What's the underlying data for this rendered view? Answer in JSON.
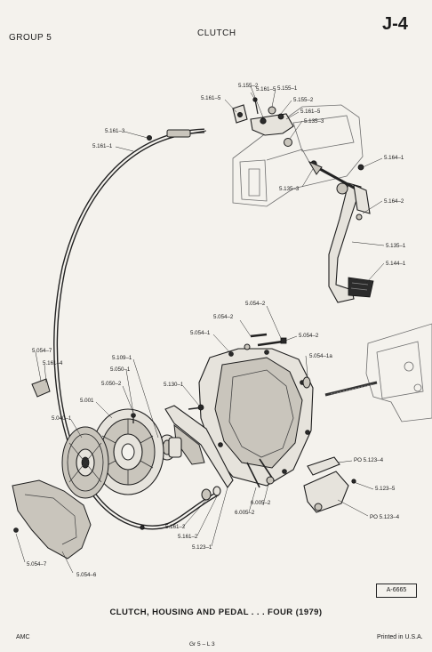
{
  "header": {
    "group": "GROUP 5",
    "section": "CLUTCH",
    "page": "J-4"
  },
  "labels": {
    "l_5161_5a": "5.161–5",
    "l_5155_1": "5.155–1",
    "l_5155_2a": "5.155–2",
    "l_5161_5b": "5.161–5",
    "l_5155_2b": "5.155–2",
    "l_5161_5c": "5.161–5",
    "l_5135_3a": "5.135–3",
    "l_5161_3": "5.161–3",
    "l_5161_1": "5.161–1",
    "l_5164_1": "5.164–1",
    "l_5135_3b": "5.135–3",
    "l_5164_2": "5.164–2",
    "l_5135_1": "5.135–1",
    "l_5144_1": "5.144–1",
    "l_5054_2a": "5.054–2",
    "l_5054_2b": "5.054–2",
    "l_5054_1": "5.054–1",
    "l_5054_2c": "5.054–2",
    "l_5054_1a": "5.054–1a",
    "l_5054_7a": "5.054–7",
    "l_5161_4": "5.161–4",
    "l_5109_1": "5.109–1",
    "l_5050_1": "5.050–1",
    "l_5130_1": "5.130–1",
    "l_5050_2": "5.050–2",
    "l_5001": "5.001",
    "l_5040_1": "5.040–1",
    "l_po5123_4a": "PO 5.123–4",
    "l_5123_5": "5.123–5",
    "l_po5123_4b": "PO 5.123–4",
    "l_6005_2a": "6.005–2",
    "l_6005_2b": "6.005–2",
    "l_5161_2a": "5.161–2",
    "l_5161_2b": "5.161–2",
    "l_5123_1": "5.123–1",
    "l_5054_7b": "5.054–7",
    "l_5054_6": "5.054–6"
  },
  "art_number": "A-6665",
  "caption": "CLUTCH, HOUSING AND PEDAL . . . FOUR (1979)",
  "footer": {
    "left": "AMC",
    "center": "Gr 5 – L 3",
    "right": "Printed in U.S.A."
  }
}
